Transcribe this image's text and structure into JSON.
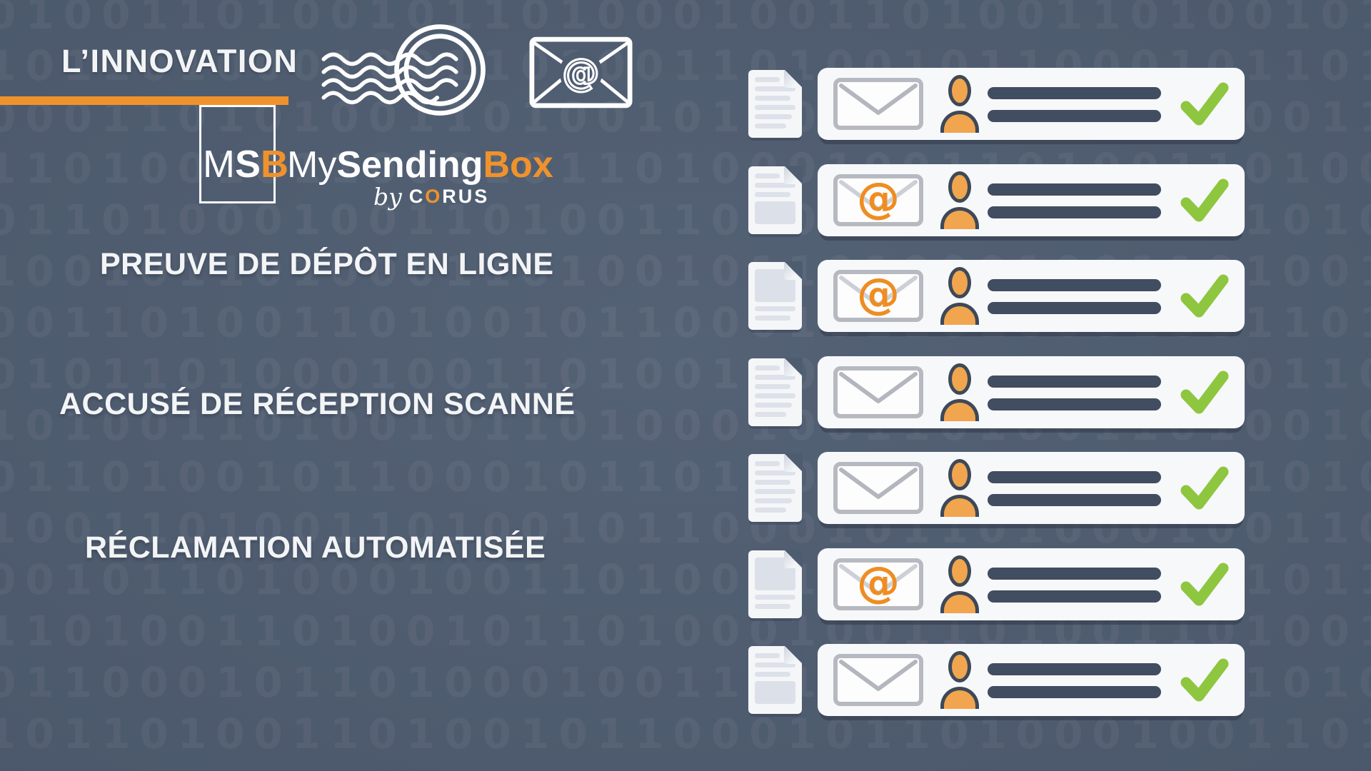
{
  "slide": {
    "title": "L’INNOVATION",
    "features": [
      "PREUVE DE DÉPÔT EN LIGNE",
      "ACCUSÉ DE RÉCEPTION SCANNÉ",
      "RÉCLAMATION AUTOMATISÉE"
    ]
  },
  "logo": {
    "acronym": {
      "m": "M",
      "s": "S",
      "b": "B"
    },
    "wordmark": {
      "my": "My",
      "sending": "Sending",
      "box": "Box"
    },
    "byline": {
      "by": "by",
      "brand_c": "C",
      "brand_o": "O",
      "brand_rest": "RUS"
    }
  },
  "rows": [
    {
      "doc": "lines",
      "envelope": "postal"
    },
    {
      "doc": "lines-block",
      "envelope": "email"
    },
    {
      "doc": "block-lines",
      "envelope": "email"
    },
    {
      "doc": "lines",
      "envelope": "postal"
    },
    {
      "doc": "lines",
      "envelope": "postal"
    },
    {
      "doc": "block-lines",
      "envelope": "email"
    },
    {
      "doc": "lines-block",
      "envelope": "postal"
    }
  ],
  "icons": {
    "at_symbol": "@",
    "postmark": "postmark-icon",
    "email_envelope": "email-at-envelope-icon",
    "document": "document-icon",
    "postal_envelope": "envelope-icon",
    "person": "recipient-icon",
    "checkmark": "checkmark-icon"
  },
  "colors": {
    "background": "#4e5c70",
    "binary_digits": "rgba(255,255,255,0.055)",
    "accent_orange": "#f0922c",
    "at_orange": "#ee8d22",
    "check_green": "#8ec63f",
    "bar_navy": "#414d60",
    "card_white": "#f7f8fa",
    "envelope_gray": "#b6bac0",
    "person_orange": "#f1a54e",
    "person_outline": "#3d4959",
    "text_white": "#f3f4f6"
  },
  "background": {
    "binary_rows": [
      "01001101001011010001001101001101001011000110",
      "10110100010011010011010010110001011010001001",
      "00011010100110100101101000100110100110100101",
      "11010010110001011010001001101001101001011000",
      "01101000100110100110100101100010110100010011",
      "10010110100011010010110100010011010011010010",
      "00110100110100101100010110100010011010011010",
      "01011010001001101001101001011000101101000100",
      "10100110100101101000100110100110100101100010",
      "01101001011000101101000100110100110100101100",
      "10011010011010010110001011010001001101001101",
      "00101101000100110100110100101100010110100010",
      "11010011010010110100010011010011010010110001",
      "01100010110100010011010011010010110100010011",
      "10110100110100101100010110100010011010011010"
    ]
  }
}
